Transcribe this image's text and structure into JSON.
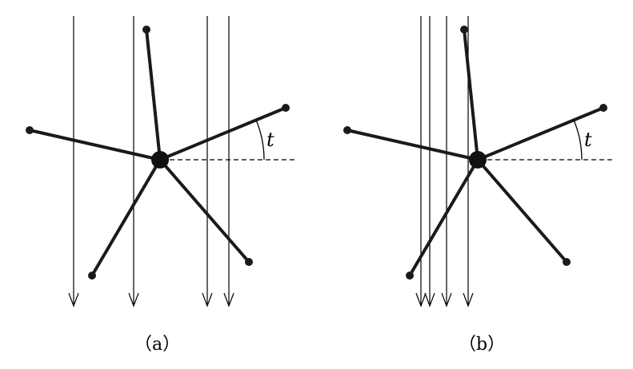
{
  "panels": [
    {
      "caption": "（a）",
      "angle_label": "t",
      "ray_count": 4,
      "arm_count": 5
    },
    {
      "caption": "（b）",
      "angle_label": "t",
      "ray_count": 4,
      "arm_count": 5
    }
  ],
  "colors": {
    "stroke": "#000000",
    "arm": "#1a1a1a"
  }
}
